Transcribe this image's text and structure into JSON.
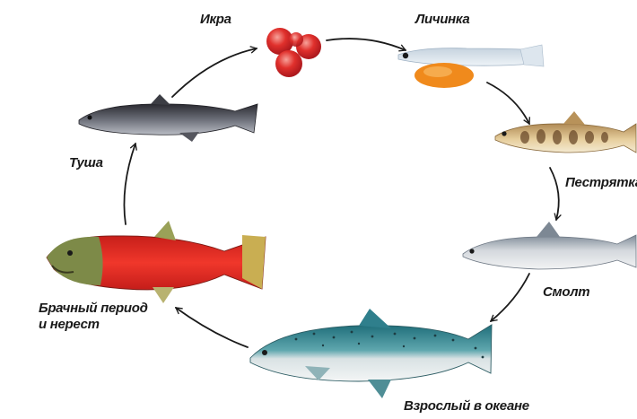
{
  "stages": {
    "eggs": "Икра",
    "larva": "Личинка",
    "parr": "Пестрятка",
    "smolt": "Смолт",
    "adult_ocean": "Взрослый в океане",
    "spawning_line1": "Брачный период",
    "spawning_line2": "и нерест",
    "carcass": "Туша"
  },
  "colors": {
    "arrow": "#1a1a1a",
    "spawning_body": "#e8251e",
    "spawning_head": "#7d8a48",
    "eggs": "#d8282a",
    "yolk": "#f08a1c",
    "ocean_back": "#2f7f8c",
    "smolt_body": "#c9cdd3",
    "parr_body": "#d8b47a"
  }
}
